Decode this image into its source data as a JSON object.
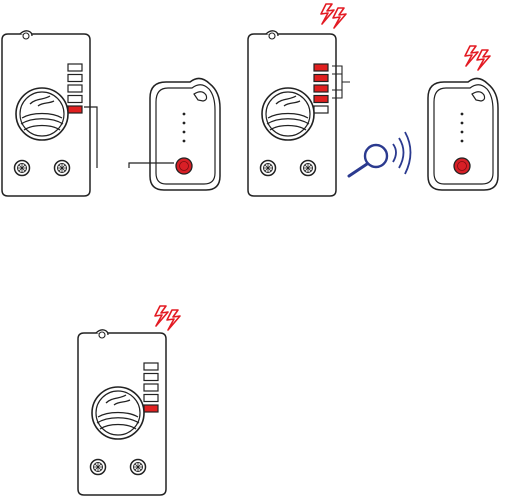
{
  "panels": [
    {
      "id": "step-1",
      "transmitter": {
        "led_states": [
          "off",
          "off",
          "off",
          "off",
          "on"
        ],
        "signal_burst": false
      },
      "remote": {
        "present": true,
        "button_active": true,
        "signal_burst": false,
        "led_dots": 4
      },
      "pairing_lines": true,
      "search_icon": false
    },
    {
      "id": "step-2",
      "transmitter": {
        "led_states": [
          "on",
          "on",
          "on",
          "on",
          "off"
        ],
        "signal_burst": true,
        "bracket": true
      },
      "remote": {
        "present": true,
        "button_active": true,
        "signal_burst": true,
        "led_dots": 4
      },
      "pairing_lines": false,
      "search_icon": true
    },
    {
      "id": "step-3",
      "transmitter": {
        "led_states": [
          "off",
          "off",
          "off",
          "off",
          "on"
        ],
        "signal_burst": true
      },
      "remote": {
        "present": false
      },
      "pairing_lines": false,
      "search_icon": false
    }
  ],
  "colors": {
    "outline": "#222222",
    "led_on": "#e02020",
    "button_red": "#d81f26",
    "burst": "#e31b23",
    "search": "#2b3a8f"
  }
}
